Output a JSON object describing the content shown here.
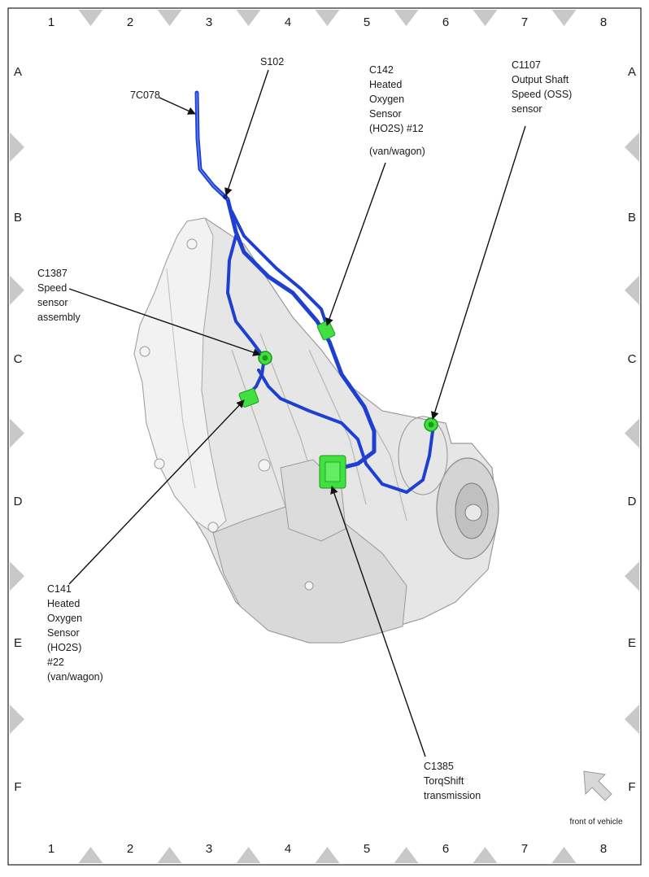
{
  "grid": {
    "columns": [
      "1",
      "2",
      "3",
      "4",
      "5",
      "6",
      "7",
      "8"
    ],
    "rows": [
      "A",
      "B",
      "C",
      "D",
      "E",
      "F"
    ]
  },
  "callouts": [
    {
      "id": "7c078",
      "lines": [
        "7C078"
      ]
    },
    {
      "id": "s102",
      "lines": [
        "S102"
      ]
    },
    {
      "id": "c142",
      "lines": [
        "C142",
        "Heated",
        "Oxygen",
        "Sensor",
        "(HO2S) #12",
        "(van/wagon)"
      ]
    },
    {
      "id": "c1107",
      "lines": [
        "C1107",
        "Output Shaft",
        "Speed (OSS)",
        "sensor"
      ]
    },
    {
      "id": "c1387",
      "lines": [
        "C1387",
        "Speed",
        "sensor",
        "assembly"
      ]
    },
    {
      "id": "c141",
      "lines": [
        "C141",
        "Heated",
        "Oxygen",
        "Sensor",
        "(HO2S)",
        "#22",
        "(van/wagon)"
      ]
    },
    {
      "id": "c1385",
      "lines": [
        "C1385",
        "TorqShift",
        "transmission"
      ]
    }
  ],
  "orientation": {
    "label": "front of vehicle"
  },
  "colors": {
    "harness": "#1f3fd0",
    "harness_dark": "#14288a",
    "connector": "#3fe03f",
    "connector_dark": "#1a9a1a",
    "housing": "#e6e6e6",
    "housing_edge": "#9a9a9a",
    "frame": "#222222",
    "triangle": "#c8c8c8"
  }
}
